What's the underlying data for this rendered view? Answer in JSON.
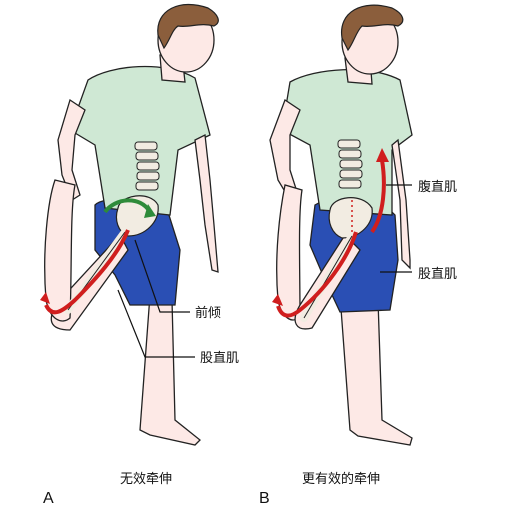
{
  "figures": [
    {
      "letter": "A",
      "caption": "无效牵伸",
      "labels": {
        "tilt": "前倾",
        "rectus_femoris": "股直肌"
      }
    },
    {
      "letter": "B",
      "caption": "更有效的牵伸",
      "labels": {
        "rectus_abdominis": "腹直肌",
        "rectus_femoris": "股直肌"
      }
    }
  ],
  "colors": {
    "shirt": "#cfe8d4",
    "shorts": "#2a4fb4",
    "skin": "#fde9e6",
    "hair": "#8b5e3c",
    "bone": "#f2ece2",
    "muscle": "#d01e1e",
    "tilt_arrow": "#2e8b3a",
    "outline": "#222222"
  },
  "icons": {
    "tilt_arrow": "curved-arrow-icon",
    "stretch_arrow": "red-arrow-icon"
  }
}
